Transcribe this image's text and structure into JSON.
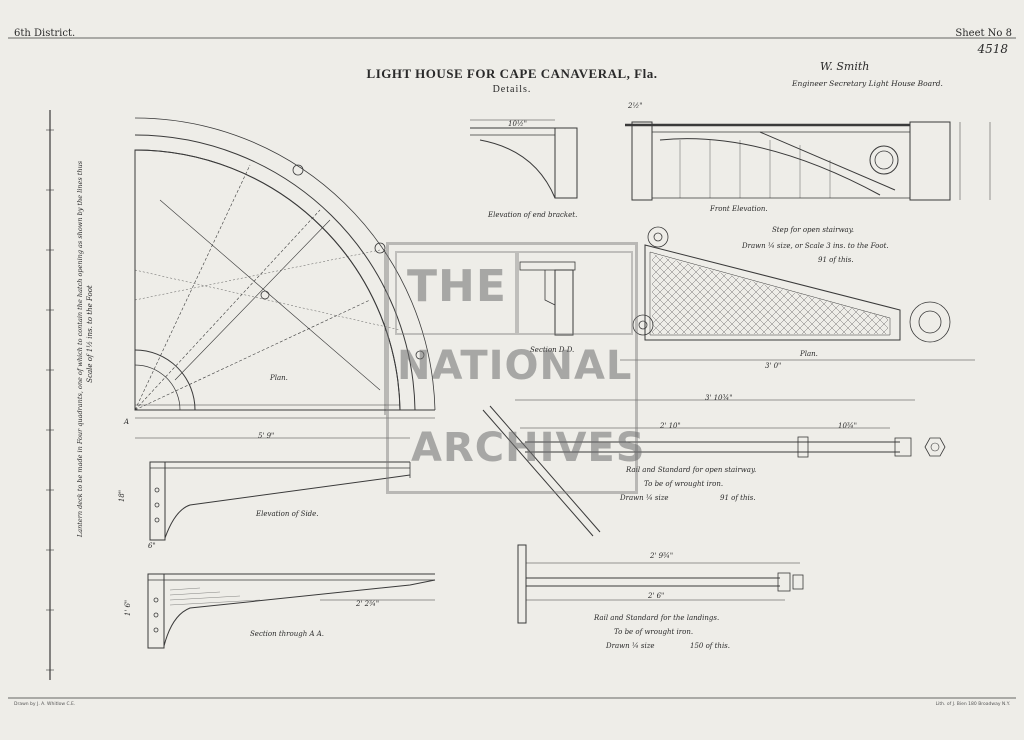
{
  "header": {
    "district": "6th District.",
    "sheet": "Sheet No 8",
    "sheet_handwritten": "4518"
  },
  "title": {
    "main": "LIGHT HOUSE FOR CAPE CANAVERAL, Fla.",
    "sub": "Details."
  },
  "signature": {
    "name": "W. Smith",
    "caption": "Engineer Secretary Light House Board."
  },
  "notes": {
    "vertical": "Lantern deck to be made in Four quadrants, one of which to contain the hatch opening as shown by the lines thus",
    "scale": "Scale of 1½ ins. to the Foot"
  },
  "labels": {
    "plan_main": "Plan.",
    "elevation_side": "Elevation of Side.",
    "section_aa": "Section through A A.",
    "end_bracket": "Elevation of end bracket.",
    "front_elevation": "Front Elevation.",
    "step_title": "Step for open stairway.",
    "step_scale": "Drawn ¼ size, or Scale 3 ins. to the Foot.",
    "step_count": "91 of this.",
    "plan_step": "Plan.",
    "section_dd": "Section D D.",
    "rail_open_title": "Rail and Standard for open stairway.",
    "rail_open_material": "To be of wrought iron.",
    "rail_open_scale": "Drawn ¼ size",
    "rail_open_count": "91 of this.",
    "rail_land_title": "Rail and Standard for the landings.",
    "rail_land_material": "To be of wrought iron.",
    "rail_land_scale": "Drawn ¼ size",
    "rail_land_count": "150 of this.",
    "point_a": "A"
  },
  "dimensions": {
    "d_5_9": "5' 9\"",
    "d_3_10": "3' 10¾\"",
    "d_2_10": "2' 10\"",
    "d_10": "10¾\"",
    "d_2_9": "2' 9¾\"",
    "d_2_6": "2' 6\"",
    "d_3_0": "3' 0\"",
    "d_2_2": "2' 2¾\"",
    "d_1_6": "1' 6\"",
    "d_10_half": "10½\"",
    "d_2_half": "2½\"",
    "d_18": "18\"",
    "d_6": "6\""
  },
  "footer": {
    "drawn_by": "Drawn by J. A. Whitlow C.E.",
    "lith": "Lith. of J. Bien 180 Broadway N.Y."
  },
  "watermark": {
    "line1": "THE",
    "line2": "NATIONAL",
    "line3": "ARCHIVES"
  },
  "colors": {
    "paper": "#eeede8",
    "ink": "#2a2a2a",
    "watermark": "#8a8a8a"
  }
}
